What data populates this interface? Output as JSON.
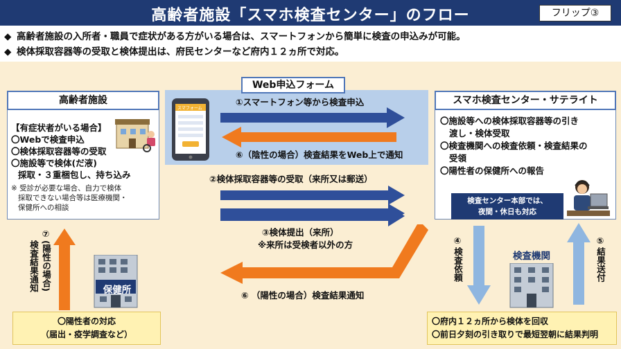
{
  "header": {
    "title": "高齢者施設「スマホ検査センター」のフロー",
    "flip_tag": "フリップ③"
  },
  "bullets": [
    {
      "mark": "◆",
      "text": "高齢者施設の入所者・職員で症状がある方がいる場合は、スマートフォンから簡単に検査の申込みが可能。"
    },
    {
      "mark": "◆",
      "text": "検体採取容器等の受取と検体提出は、府民センターなど府内１２ヵ所で対応。"
    }
  ],
  "facility": {
    "title": "高齢者施設",
    "case_heading": "【有症状者がいる場合】",
    "items": [
      "〇Webで検査申込",
      "〇検体採取容器等の受取",
      "〇施設等で検体(だ液)",
      "採取・３重梱包し、持ち込み"
    ],
    "note_lines": [
      "※ 受診が必要な場合、自力で検体",
      "採取できない場合等は医療機関・",
      "保健所への相談"
    ]
  },
  "web_form": {
    "title": "Web申込フォーム",
    "phone_screen_label": "スマフォーム"
  },
  "center": {
    "title": "スマホ検査センター・サテライト",
    "items": [
      "〇施設等への検体採取容器等の引き",
      "渡し・検体受取",
      "〇検査機関への検査依頼・検査結果の",
      "受領",
      "〇陽性者の保健所への報告"
    ],
    "hq_lines": [
      "検査センター本部では、",
      "夜間・休日も対応"
    ]
  },
  "arrows": {
    "a1": "①スマートフォン等から検査申込",
    "a6_web": "⑥（陰性の場合）検査結果をWeb上で通知",
    "a2": "②検体採取容器等の受取（来所又は郵送）",
    "a3": "③検体提出（来所）",
    "a3_note": "※来所は受検者以外の方",
    "a6_pos": "⑥ （陽性の場合）検査結果通知"
  },
  "vertical_labels": {
    "v7_num": "⑦",
    "v7_a": "(陽性の場合)",
    "v7_b": "検査結果通知",
    "v4_num": "④",
    "v4": "検査依頼",
    "v5_num": "⑤",
    "v5": "結果送付"
  },
  "health_center": {
    "label": "保健所",
    "items": [
      "〇陽性者の対応",
      "（届出・疫学調査など）"
    ]
  },
  "lab": {
    "label": "検査機関",
    "items": [
      "〇府内１２ヵ所から検体を回収",
      "〇前日夕刻の引き取りで最短翌朝に結果判明"
    ]
  },
  "colors": {
    "navy": "#1f3a73",
    "arrow_blue": "#2f4f9a",
    "arrow_orange": "#f07a1e",
    "light_blue": "#b8cfea",
    "panel_bg": "#fbeed3"
  }
}
